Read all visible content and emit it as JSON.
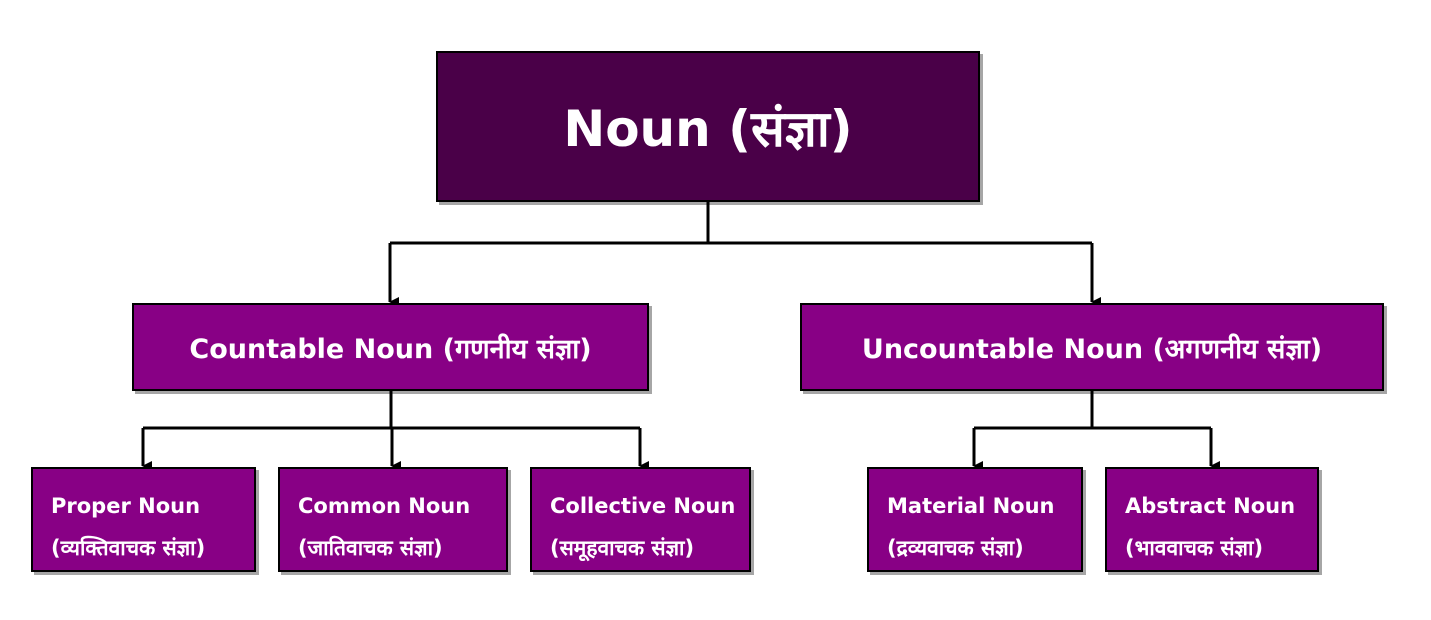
{
  "colors": {
    "root_fill": "#4a0048",
    "node_fill": "#880085",
    "border": "#000000",
    "text": "#ffffff",
    "connector": "#000000"
  },
  "root": {
    "label": "Noun (संज्ञा)"
  },
  "categories": [
    {
      "label": "Countable Noun (गणनीय संज्ञा)",
      "children": [
        {
          "name": "Proper Noun",
          "hindi": "(व्यक्तिवाचक संज्ञा)"
        },
        {
          "name": "Common Noun",
          "hindi": "(जातिवाचक संज्ञा)"
        },
        {
          "name": "Collective Noun",
          "hindi": "(समूहवाचक संज्ञा)"
        }
      ]
    },
    {
      "label": "Uncountable Noun (अगणनीय संज्ञा)",
      "children": [
        {
          "name": "Material Noun",
          "hindi": "(द्रव्यवाचक संज्ञा)"
        },
        {
          "name": "Abstract Noun",
          "hindi": "(भाववाचक संज्ञा)"
        }
      ]
    }
  ]
}
